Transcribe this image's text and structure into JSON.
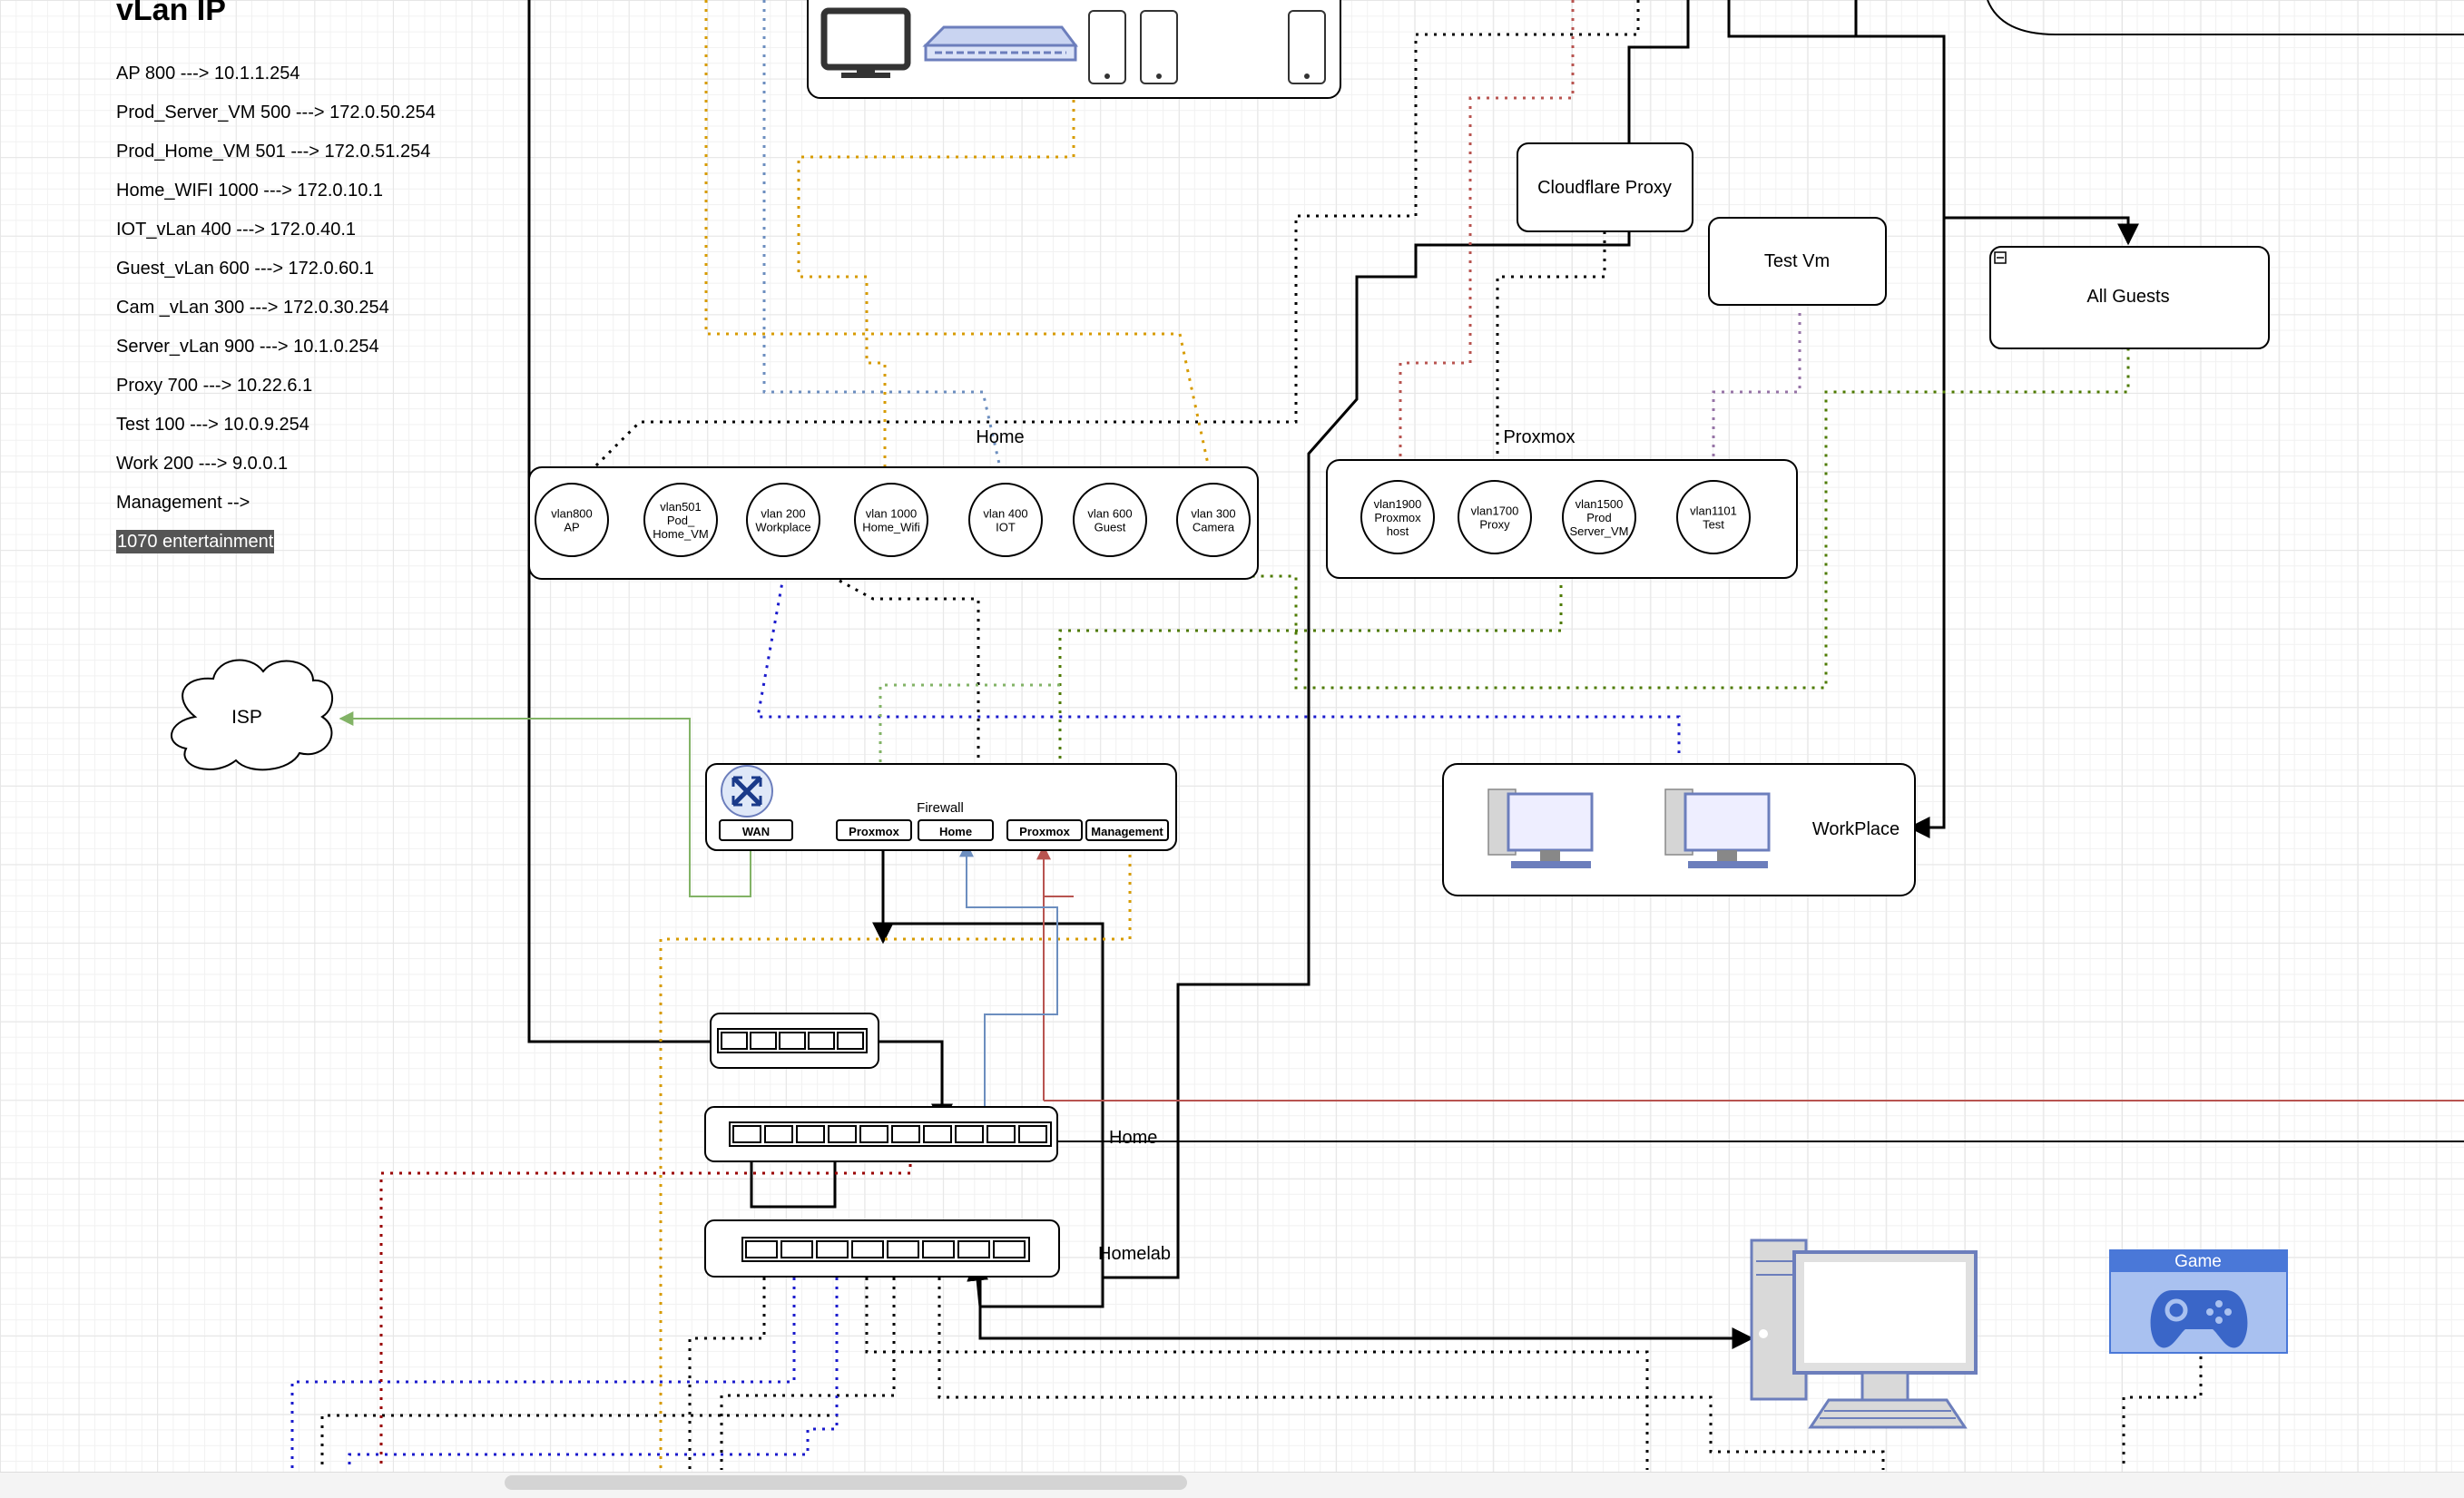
{
  "legend": {
    "title": "vLan IP",
    "items": [
      "AP 800 ---> 10.1.1.254",
      "Prod_Server_VM 500 ---> 172.0.50.254",
      "Prod_Home_VM 501 ---> 172.0.51.254",
      "Home_WIFI 1000 ---> 172.0.10.1",
      "IOT_vLan 400 ---> 172.0.40.1",
      "Guest_vLan 600 ---> 172.0.60.1",
      "Cam _vLan 300 ---> 172.0.30.254",
      "Server_vLan 900 ---> 10.1.0.254",
      "Proxy 700 ---> 10.22.6.1",
      "Test 100 ---> 10.0.9.254",
      "Work 200 ---> 9.0.0.1",
      "Management  -->"
    ],
    "highlighted": "1070 entertainment"
  },
  "groups": {
    "home": "Home",
    "proxmox": "Proxmox"
  },
  "home_vlans": [
    [
      "vlan800",
      "AP"
    ],
    [
      "vlan501",
      "Pod_",
      "Home_VM"
    ],
    [
      "vlan 200",
      "Workplace"
    ],
    [
      "vlan 1000",
      "Home_Wifi"
    ],
    [
      "vlan 400",
      "IOT"
    ],
    [
      "vlan 600",
      "Guest"
    ],
    [
      "vlan 300",
      "Camera"
    ]
  ],
  "proxmox_vlans": [
    [
      "vlan1900",
      "Proxmox",
      "host"
    ],
    [
      "vlan1700",
      "Proxy"
    ],
    [
      "vlan1500",
      "Prod",
      "Server_VM"
    ],
    [
      "vlan1101",
      "Test"
    ]
  ],
  "boxes": {
    "cloudflare": "Cloudflare Proxy",
    "test_vm": "Test Vm",
    "all_guests": "All Guests",
    "workplace": "WorkPlace",
    "isp": "ISP",
    "game": "Game"
  },
  "firewall": {
    "label": "Firewall",
    "ports": [
      "WAN",
      "Proxmox",
      "Home",
      "Proxmox",
      "Management"
    ]
  },
  "switch_labels": {
    "home": "Home",
    "homelab": "Homelab"
  },
  "colors": {
    "black": "#000000",
    "orange": "#d79b00",
    "blue": "#1a1acc",
    "periwinkle": "#6c8ebf",
    "green": "#82b366",
    "olive": "#4d7a00",
    "red": "#b85450",
    "darkred": "#990000",
    "purple": "#9673a6",
    "device": "#6c7ebc",
    "game": "#4a78d8"
  }
}
